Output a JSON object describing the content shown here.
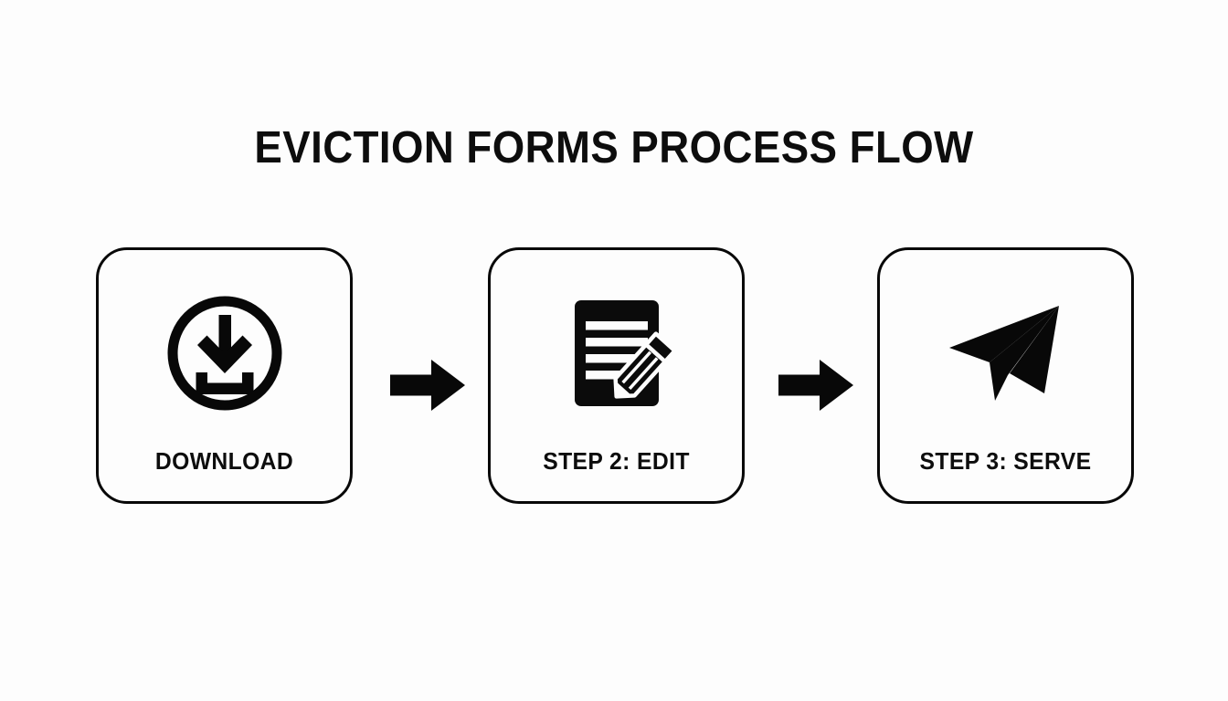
{
  "page": {
    "title": "EVICTION FORMS PROCESS FLOW",
    "background_color": "#fdfdfd",
    "ink_color": "#0d0d0d"
  },
  "diagram": {
    "type": "process-flow",
    "orientation": "horizontal",
    "step_count": 3,
    "connector_count": 2,
    "steps": [
      {
        "label": "DOWNLOAD",
        "icon": "download-icon",
        "icon_description": "circle outline containing a downward arrow above a tray"
      },
      {
        "label": "STEP 2: EDIT",
        "icon": "document-edit-icon",
        "icon_description": "filled document with text lines and a pencil"
      },
      {
        "label": "STEP 3: SERVE",
        "icon": "paper-plane-icon",
        "icon_description": "solid paper plane pointing up and to the right"
      }
    ],
    "connectors": [
      {
        "name": "arrow-1",
        "direction": "right"
      },
      {
        "name": "arrow-2",
        "direction": "right"
      }
    ]
  }
}
